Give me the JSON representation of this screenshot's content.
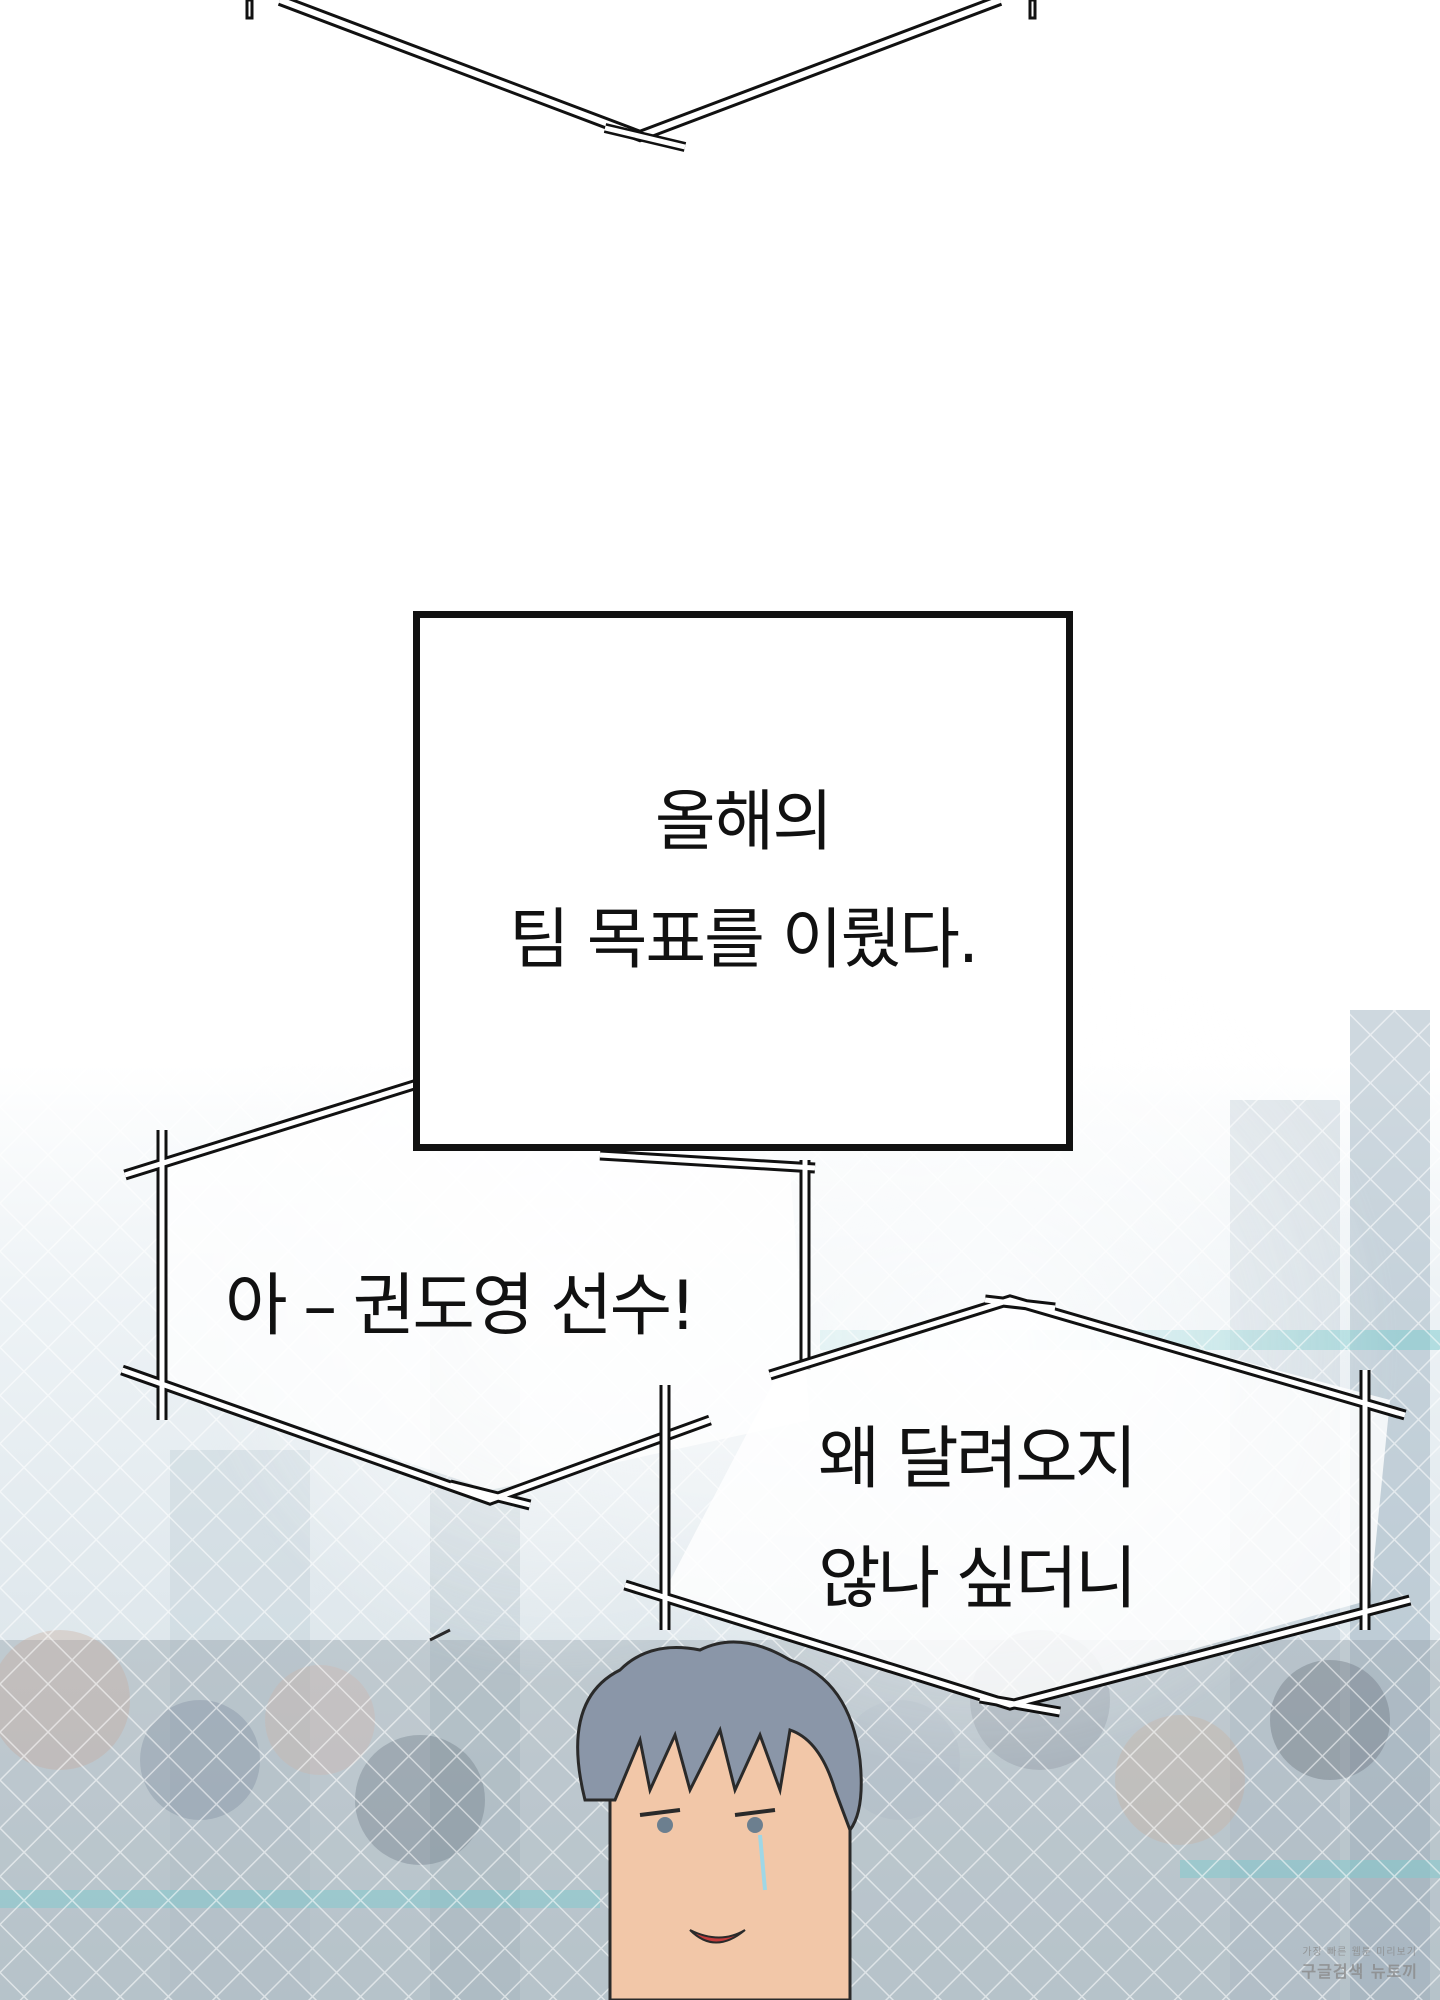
{
  "narration": {
    "lines": [
      "올해의",
      "팀 목표를 이뤘다."
    ]
  },
  "bubbles": [
    {
      "lines": [
        "아 – 권도영 선수!"
      ]
    },
    {
      "lines": [
        "왜 달려오지",
        "않나 싶더니"
      ]
    }
  ],
  "watermark": {
    "line1": "가장 빠른 웹툰 미리보기",
    "line2": "구글검색 뉴토끼"
  },
  "colors": {
    "ink": "#111111",
    "sky": "#e6eef2",
    "hair": "#8a96a8",
    "skin": "#f2c7a8"
  }
}
